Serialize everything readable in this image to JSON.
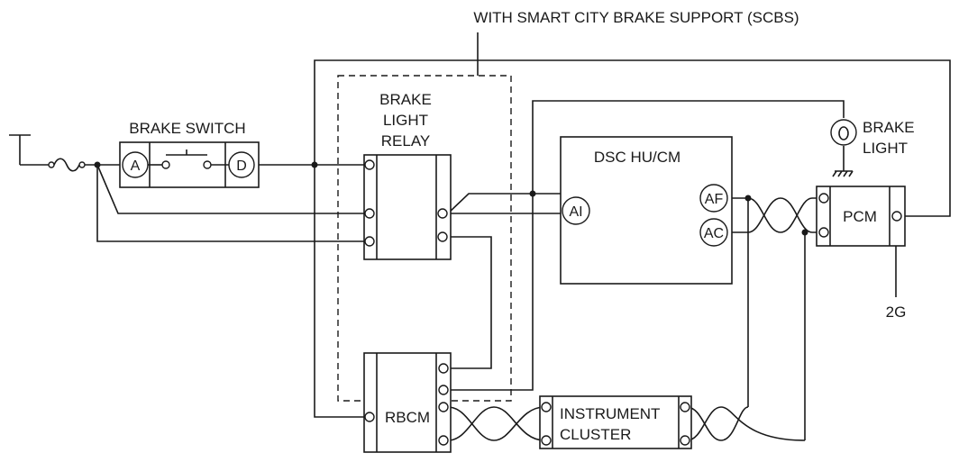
{
  "title": "WITH SMART CITY BRAKE SUPPORT (SCBS)",
  "components": {
    "brake_switch": {
      "label": "BRAKE SWITCH",
      "pin_a": "A",
      "pin_d": "D"
    },
    "brake_light_relay": {
      "line1": "BRAKE",
      "line2": "LIGHT",
      "line3": "RELAY"
    },
    "dsc": {
      "label": "DSC HU/CM",
      "pin_ai": "AI",
      "pin_af": "AF",
      "pin_ac": "AC"
    },
    "brake_light": {
      "line1": "BRAKE",
      "line2": "LIGHT"
    },
    "pcm": {
      "label": "PCM",
      "ground_ref": "2G"
    },
    "rbcm": {
      "label": "RBCM"
    },
    "instrument_cluster": {
      "line1": "INSTRUMENT",
      "line2": "CLUSTER"
    }
  }
}
